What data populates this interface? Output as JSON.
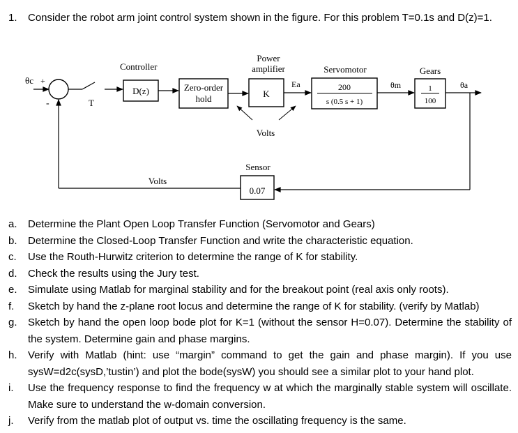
{
  "question": {
    "number": "1.",
    "text": "Consider the robot arm joint control system shown in the figure. For this problem T=0.1s and D(z)=1."
  },
  "diagram": {
    "input_label": "θc",
    "plus_sign": "+",
    "minus_sign": "-",
    "sampler_label": "T",
    "controller_title": "Controller",
    "controller_block": "D(z)",
    "zoh_line1": "Zero-order",
    "zoh_line2": "hold",
    "amplifier_title_line1": "Power",
    "amplifier_title_line2": "amplifier",
    "amplifier_block": "K",
    "amplifier_units": "Volts",
    "ea_label": "Ea",
    "servo_title": "Servomotor",
    "servo_num": "200",
    "servo_den": "s (0.5 s + 1)",
    "theta_m_label": "θm",
    "gears_title": "Gears",
    "gears_num": "1",
    "gears_den": "100",
    "output_label": "θa",
    "sensor_title": "Sensor",
    "sensor_block": "0.07",
    "feedback_units": "Volts"
  },
  "parts": [
    {
      "letter": "a.",
      "text": "Determine the Plant Open Loop Transfer Function (Servomotor and Gears)"
    },
    {
      "letter": "b.",
      "text": "Determine the Closed-Loop Transfer Function and write the characteristic equation."
    },
    {
      "letter": "c.",
      "text": "Use the Routh-Hurwitz criterion to determine the range of K for stability."
    },
    {
      "letter": "d.",
      "text": "Check the results using the Jury test."
    },
    {
      "letter": "e.",
      "text": "Simulate using Matlab for marginal stability and for the breakout point (real axis only roots)."
    },
    {
      "letter": "f.",
      "text": "Sketch by hand the z-plane root locus and determine the range of K for stability. (verify by Matlab)"
    },
    {
      "letter": "g.",
      "text": "Sketch by hand the open loop bode plot for K=1 (without the sensor H=0.07). Determine the stability of the system. Determine gain and phase margins."
    },
    {
      "letter": "h.",
      "text": "Verify with Matlab (hint: use “margin” command to get the gain and phase margin). If you use sysW=d2c(sysD,’tustin’) and plot the bode(sysW) you should see a similar plot to your hand plot."
    },
    {
      "letter": "i.",
      "text": "Use the frequency response to find the frequency w at which the marginally stable system will oscillate. Make sure to understand the w-domain conversion."
    },
    {
      "letter": "j.",
      "text": "Verify from the matlab plot of output vs. time the oscillating frequency is the same."
    }
  ]
}
